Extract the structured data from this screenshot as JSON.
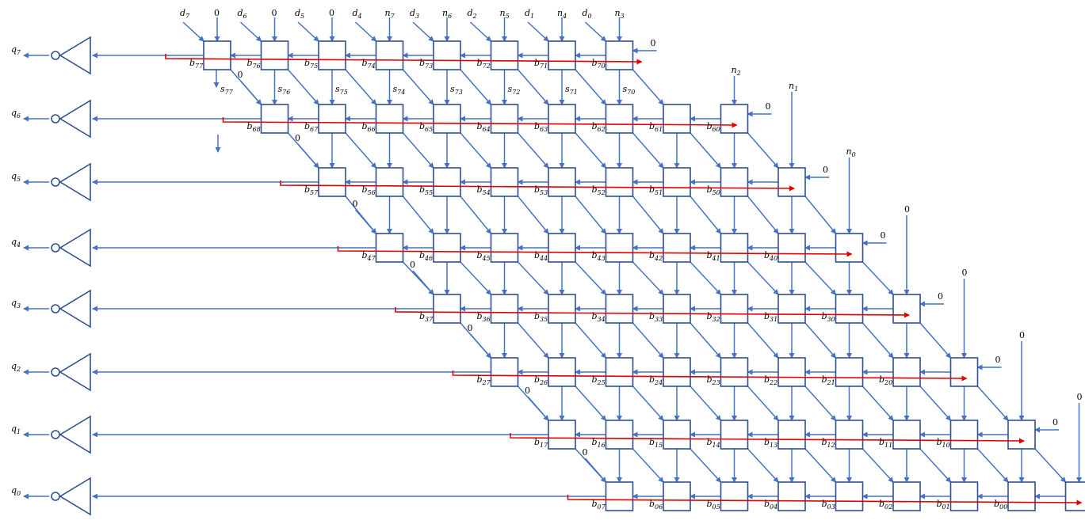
{
  "top_inputs": [
    {
      "var": "d",
      "sub": "7",
      "col": -1
    },
    {
      "var": "",
      "sub": "",
      "val": "0",
      "col": 0
    },
    {
      "var": "d",
      "sub": "6",
      "col": 0
    },
    {
      "var": "",
      "sub": "",
      "val": "0",
      "col": 1
    },
    {
      "var": "d",
      "sub": "5",
      "col": 1
    },
    {
      "var": "",
      "sub": "",
      "val": "0",
      "col": 2
    },
    {
      "var": "d",
      "sub": "4",
      "col": 2
    },
    {
      "var": "n",
      "sub": "7",
      "col": 3
    },
    {
      "var": "d",
      "sub": "3",
      "col": 3
    },
    {
      "var": "n",
      "sub": "6",
      "col": 4
    },
    {
      "var": "d",
      "sub": "2",
      "col": 4
    },
    {
      "var": "n",
      "sub": "5",
      "col": 5
    },
    {
      "var": "d",
      "sub": "1",
      "col": 5
    },
    {
      "var": "n",
      "sub": "4",
      "col": 6
    },
    {
      "var": "d",
      "sub": "0",
      "col": 6
    },
    {
      "var": "n",
      "sub": "3",
      "col": 7
    }
  ],
  "side_n_labels": [
    {
      "var": "n",
      "sub": "2",
      "row": 1
    },
    {
      "var": "n",
      "sub": "1",
      "row": 2
    },
    {
      "var": "n",
      "sub": "0",
      "row": 3
    }
  ],
  "zero": "0",
  "outputs": [
    {
      "var": "q",
      "sub": "7"
    },
    {
      "var": "q",
      "sub": "6"
    },
    {
      "var": "q",
      "sub": "5"
    },
    {
      "var": "q",
      "sub": "4"
    },
    {
      "var": "q",
      "sub": "3"
    },
    {
      "var": "q",
      "sub": "2"
    },
    {
      "var": "q",
      "sub": "1"
    },
    {
      "var": "q",
      "sub": "0"
    }
  ],
  "s_labels": [
    "77",
    "76",
    "75",
    "74",
    "73",
    "72",
    "71",
    "70"
  ],
  "b_labels": [
    [
      "77",
      "76",
      "75",
      "74",
      "73",
      "72",
      "71",
      "70"
    ],
    [
      "68",
      "67",
      "66",
      "65",
      "64",
      "63",
      "62",
      "61",
      "60"
    ],
    [
      "57",
      "56",
      "55",
      "54",
      "53",
      "52",
      "51",
      "50"
    ],
    [
      "47",
      "46",
      "45",
      "44",
      "43",
      "42",
      "41",
      "40"
    ],
    [
      "37",
      "36",
      "35",
      "34",
      "33",
      "32",
      "31",
      "30"
    ],
    [
      "27",
      "26",
      "25",
      "24",
      "23",
      "22",
      "21",
      "20"
    ],
    [
      "17",
      "16",
      "15",
      "14",
      "13",
      "12",
      "11",
      "10"
    ],
    [
      "07",
      "06",
      "05",
      "04",
      "03",
      "02",
      "01",
      "00"
    ]
  ],
  "colors": {
    "wire": "#4472c4",
    "carry": "#e00000",
    "cell": "#2f4f8f"
  }
}
